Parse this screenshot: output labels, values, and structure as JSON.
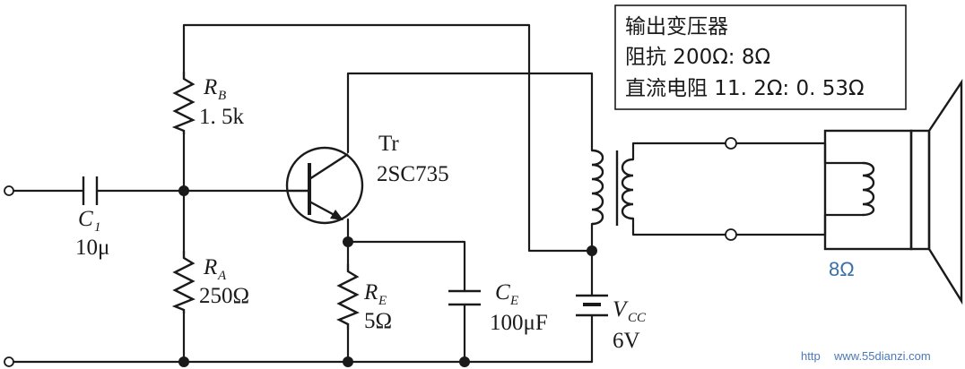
{
  "resistor_rb": {
    "symbol": "R",
    "sub": "B",
    "value": "1. 5k"
  },
  "resistor_ra": {
    "symbol": "R",
    "sub": "A",
    "value": "250Ω"
  },
  "resistor_re": {
    "symbol": "R",
    "sub": "E",
    "value": "5Ω"
  },
  "capacitor_c1": {
    "symbol": "C",
    "sub": "1",
    "value": "10μ"
  },
  "capacitor_ce": {
    "symbol": "C",
    "sub": "E",
    "value": "100μF"
  },
  "transistor": {
    "name": "Tr",
    "model": "2SC735"
  },
  "battery": {
    "symbol": "V",
    "sub": "CC",
    "value": "6V"
  },
  "speaker": {
    "impedance": "8Ω"
  },
  "transformer_info": {
    "title": "输出变压器",
    "impedance": "阻抗 200Ω: 8Ω",
    "dc_resistance": "直流电阻 11. 2Ω: 0. 53Ω"
  },
  "watermark": {
    "prefix": "http",
    "site": "www.55dianzi.com"
  }
}
